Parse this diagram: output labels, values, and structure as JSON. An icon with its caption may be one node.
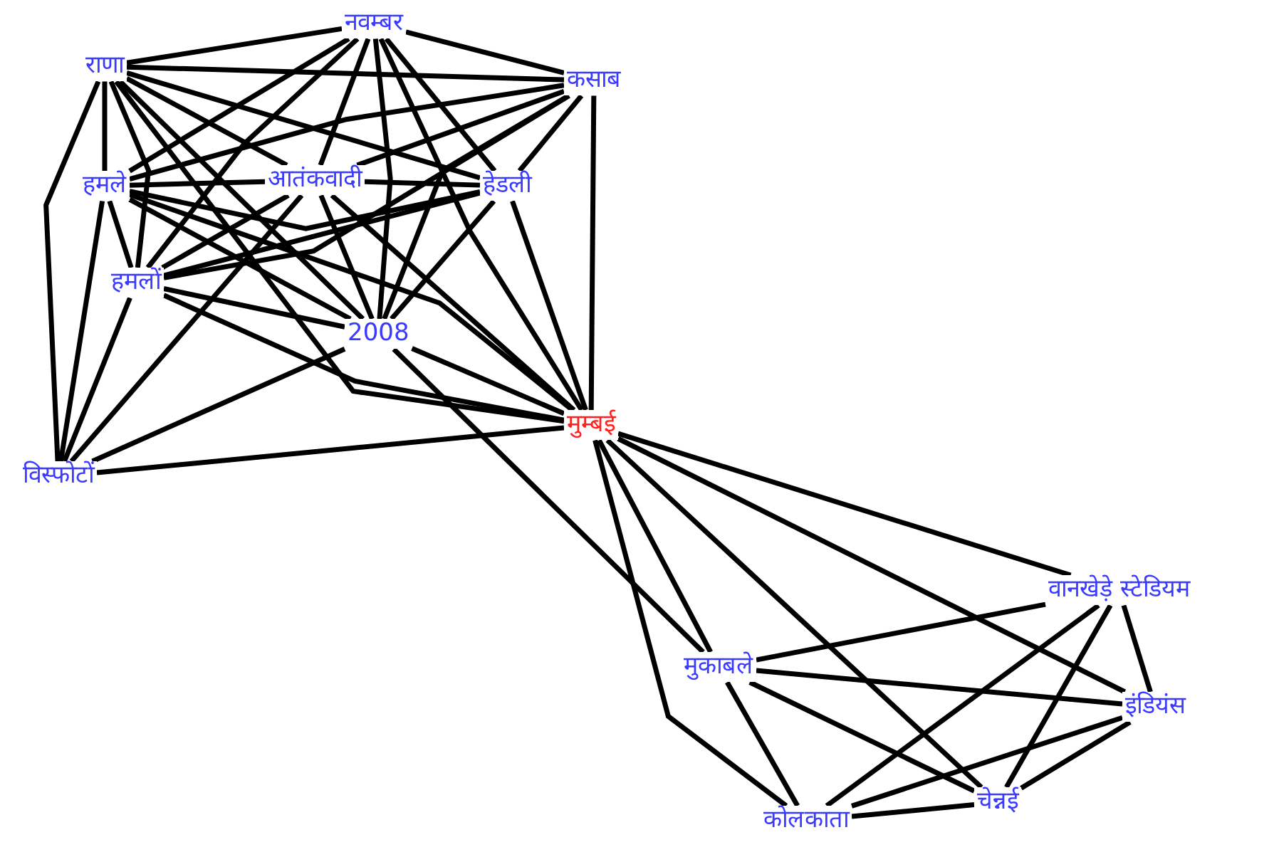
{
  "diagram": {
    "nodes": [
      {
        "text": [
          "नवम्बर"
        ]
      },
      {
        "text": [
          "राणा"
        ]
      },
      {
        "text": [
          "कसाब"
        ]
      },
      {
        "text": [
          "हमले"
        ]
      },
      {
        "text": [
          "आतंकवादी"
        ]
      },
      {
        "text": [
          "हेडली"
        ]
      },
      {
        "text": [
          "हमलों"
        ]
      },
      {
        "text": [
          "2008"
        ]
      },
      {
        "text": [
          "मुम्बई"
        ]
      },
      {
        "text": [
          "विस्फोटों"
        ]
      },
      {
        "text": [
          "वानखेड़े स्टेडियम"
        ]
      },
      {
        "text": [
          "मुकाबले"
        ]
      },
      {
        "text": [
          "इंडियंस"
        ]
      },
      {
        "text": [
          "कोलकाता"
        ]
      },
      {
        "text": [
          "चेन्नई"
        ]
      }
    ],
    "edges": [
      {
        "from": 0,
        "to": 1,
        "arrow": "none"
      },
      {
        "from": 0,
        "to": 2,
        "arrow": "none"
      },
      {
        "from": 0,
        "to": 3,
        "arrow": "none"
      },
      {
        "from": 0,
        "to": 4,
        "arrow": "none"
      },
      {
        "from": 0,
        "to": 5,
        "arrow": "none"
      },
      {
        "from": 0,
        "to": 6,
        "arrow": "none"
      },
      {
        "from": 0,
        "to": 7,
        "arrow": "none"
      },
      {
        "from": 0,
        "to": 8,
        "arrow": "none"
      },
      {
        "from": 2,
        "to": 1,
        "arrow": "none"
      },
      {
        "from": 2,
        "to": 3,
        "arrow": "none"
      },
      {
        "from": 2,
        "to": 4,
        "arrow": "none"
      },
      {
        "from": 2,
        "to": 5,
        "arrow": "none"
      },
      {
        "from": 2,
        "to": 6,
        "arrow": "none"
      },
      {
        "from": 2,
        "to": 7,
        "arrow": "none"
      },
      {
        "from": 2,
        "to": 8,
        "arrow": "none"
      },
      {
        "from": 1,
        "to": 3,
        "arrow": "none"
      },
      {
        "from": 1,
        "to": 4,
        "arrow": "none"
      },
      {
        "from": 1,
        "to": 5,
        "arrow": "none"
      },
      {
        "from": 1,
        "to": 6,
        "arrow": "none"
      },
      {
        "from": 1,
        "to": 7,
        "arrow": "none"
      },
      {
        "from": 1,
        "to": 8,
        "arrow": "none"
      },
      {
        "from": 3,
        "to": 4,
        "arrow": "none"
      },
      {
        "from": 3,
        "to": 5,
        "arrow": "none"
      },
      {
        "from": 3,
        "to": 6,
        "arrow": "none"
      },
      {
        "from": 3,
        "to": 7,
        "arrow": "none"
      },
      {
        "from": 3,
        "to": 8,
        "arrow": "none"
      },
      {
        "from": 4,
        "to": 5,
        "arrow": "none"
      },
      {
        "from": 4,
        "to": 6,
        "arrow": "none"
      },
      {
        "from": 4,
        "to": 7,
        "arrow": "none"
      },
      {
        "from": 4,
        "to": 8,
        "arrow": "none"
      },
      {
        "from": 5,
        "to": 6,
        "arrow": "none"
      },
      {
        "from": 5,
        "to": 7,
        "arrow": "none"
      },
      {
        "from": 5,
        "to": 8,
        "arrow": "none"
      },
      {
        "from": 6,
        "to": 7,
        "arrow": "none"
      },
      {
        "from": 6,
        "to": 8,
        "arrow": "none"
      },
      {
        "from": 7,
        "to": 8,
        "arrow": "none"
      },
      {
        "from": 9,
        "to": 1,
        "arrow": "none"
      },
      {
        "from": 9,
        "to": 3,
        "arrow": "none"
      },
      {
        "from": 9,
        "to": 6,
        "arrow": "none"
      },
      {
        "from": 9,
        "to": 4,
        "arrow": "none"
      },
      {
        "from": 9,
        "to": 7,
        "arrow": "none"
      },
      {
        "from": 9,
        "to": 8,
        "arrow": "none"
      },
      {
        "from": 7,
        "to": 11,
        "arrow": "none"
      },
      {
        "from": 8,
        "to": 10,
        "arrow": "none"
      },
      {
        "from": 8,
        "to": 12,
        "arrow": "none"
      },
      {
        "from": 8,
        "to": 11,
        "arrow": "none"
      },
      {
        "from": 8,
        "to": 14,
        "arrow": "none"
      },
      {
        "from": 8,
        "to": 13,
        "arrow": "none"
      },
      {
        "from": 11,
        "to": 10,
        "arrow": "none"
      },
      {
        "from": 11,
        "to": 12,
        "arrow": "none"
      },
      {
        "from": 11,
        "to": 14,
        "arrow": "none"
      },
      {
        "from": 11,
        "to": 13,
        "arrow": "none"
      },
      {
        "from": 10,
        "to": 12,
        "arrow": "none"
      },
      {
        "from": 10,
        "to": 13,
        "arrow": "none"
      },
      {
        "from": 10,
        "to": 14,
        "arrow": "none"
      },
      {
        "from": 12,
        "to": 13,
        "arrow": "none"
      },
      {
        "from": 12,
        "to": 14,
        "arrow": "none"
      },
      {
        "from": 13,
        "to": 14,
        "arrow": "none"
      }
    ]
  }
}
